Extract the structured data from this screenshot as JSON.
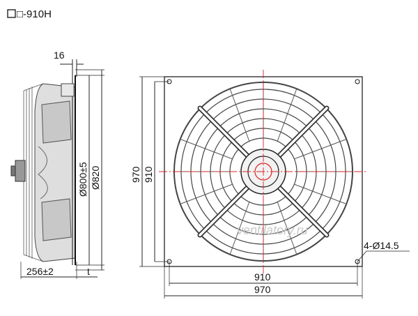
{
  "title": "□-910H",
  "side_view": {
    "dim_flange": "16",
    "dim_ring": "Ø800±5",
    "dim_outer": "Ø820",
    "dim_depth": "256±2",
    "dim_t": "t"
  },
  "front_view": {
    "height_outer": "970",
    "height_inner": "910",
    "width_inner": "910",
    "width_outer": "970",
    "holes": "4-Ø14.5"
  },
  "watermark": "ventilatory.ru"
}
